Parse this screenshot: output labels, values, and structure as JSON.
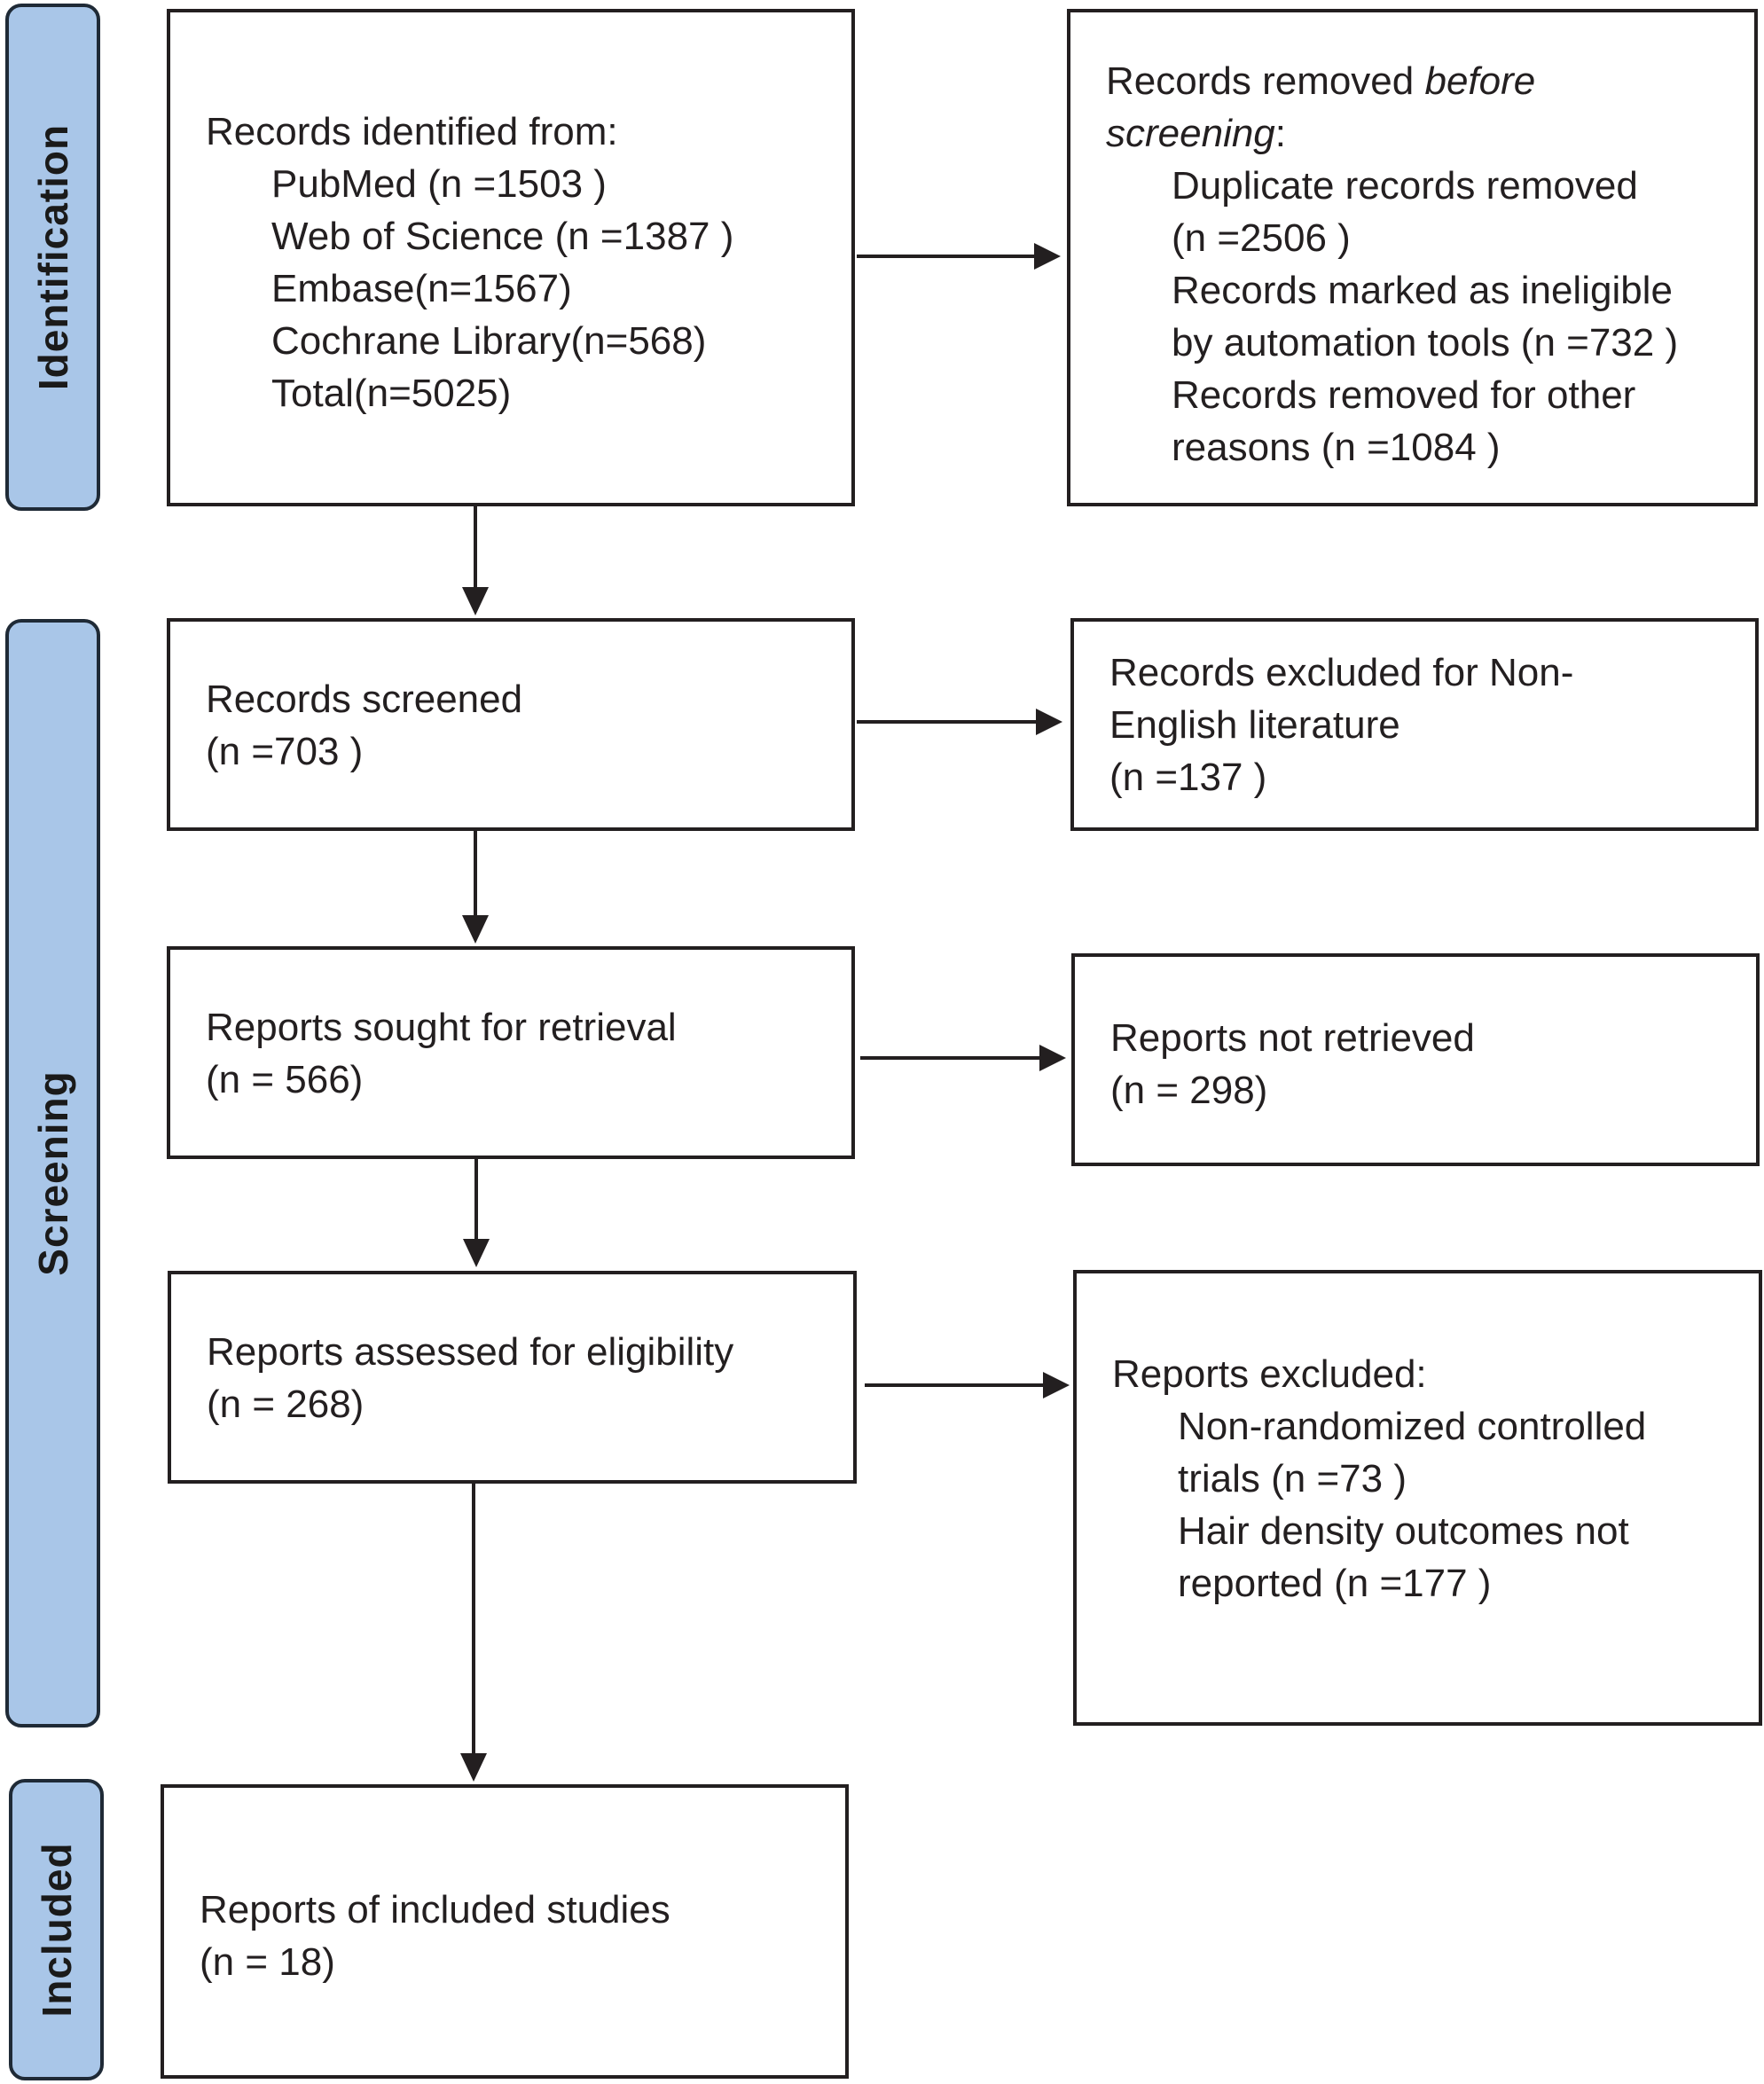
{
  "phases": {
    "identification": "Identification",
    "screening": "Screening",
    "included": "Included"
  },
  "identified": {
    "heading": "Records identified from:",
    "sources": [
      "PubMed (n =1503 )",
      "Web of Science (n =1387 )",
      "Embase(n=1567)",
      "Cochrane Library(n=568)",
      "Total(n=5025)"
    ]
  },
  "removed": {
    "heading_start": "Records removed ",
    "heading_italic_1": "before",
    "heading_italic_2": "screening",
    "heading_end": ":",
    "lines": [
      "Duplicate records removed",
      "(n =2506 )",
      "Records marked as ineligible",
      "by automation tools (n =732 )",
      "Records removed for other",
      "reasons (n =1084 )"
    ]
  },
  "screened": {
    "lines": [
      "Records screened",
      "(n =703 )"
    ]
  },
  "excluded_language": {
    "lines": [
      "Records excluded for Non-",
      "English literature",
      "(n =137 )"
    ]
  },
  "sought": {
    "lines": [
      "Reports sought for retrieval",
      "(n = 566)"
    ]
  },
  "not_retrieved": {
    "lines": [
      "Reports not retrieved",
      "(n = 298)"
    ]
  },
  "assessed": {
    "lines": [
      "Reports assessed for eligibility",
      "(n = 268)"
    ]
  },
  "reports_excluded": {
    "heading": "Reports excluded:",
    "lines": [
      "Non-randomized controlled",
      "trials (n =73 )",
      "Hair density outcomes not",
      "reported (n =177 )"
    ]
  },
  "included": {
    "lines": [
      "Reports of included studies",
      "(n = 18)"
    ]
  },
  "colors": {
    "phase_fill": "#a9c6e8",
    "phase_border": "#1f2a36",
    "line": "#231f20"
  }
}
